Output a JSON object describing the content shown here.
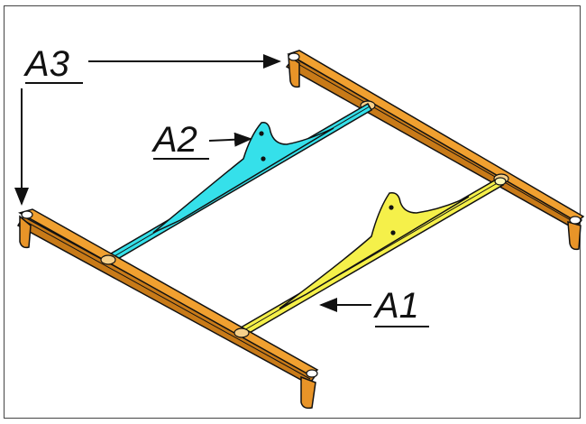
{
  "labels": {
    "a1": "A1",
    "a2": "A2",
    "a3": "A3"
  },
  "colors": {
    "frame_rails": "#f0a030",
    "part_a1": "#f5f04a",
    "part_a2": "#35e0ea",
    "outline": "#111111"
  },
  "icons": {
    "arrow": "arrow-icon"
  }
}
